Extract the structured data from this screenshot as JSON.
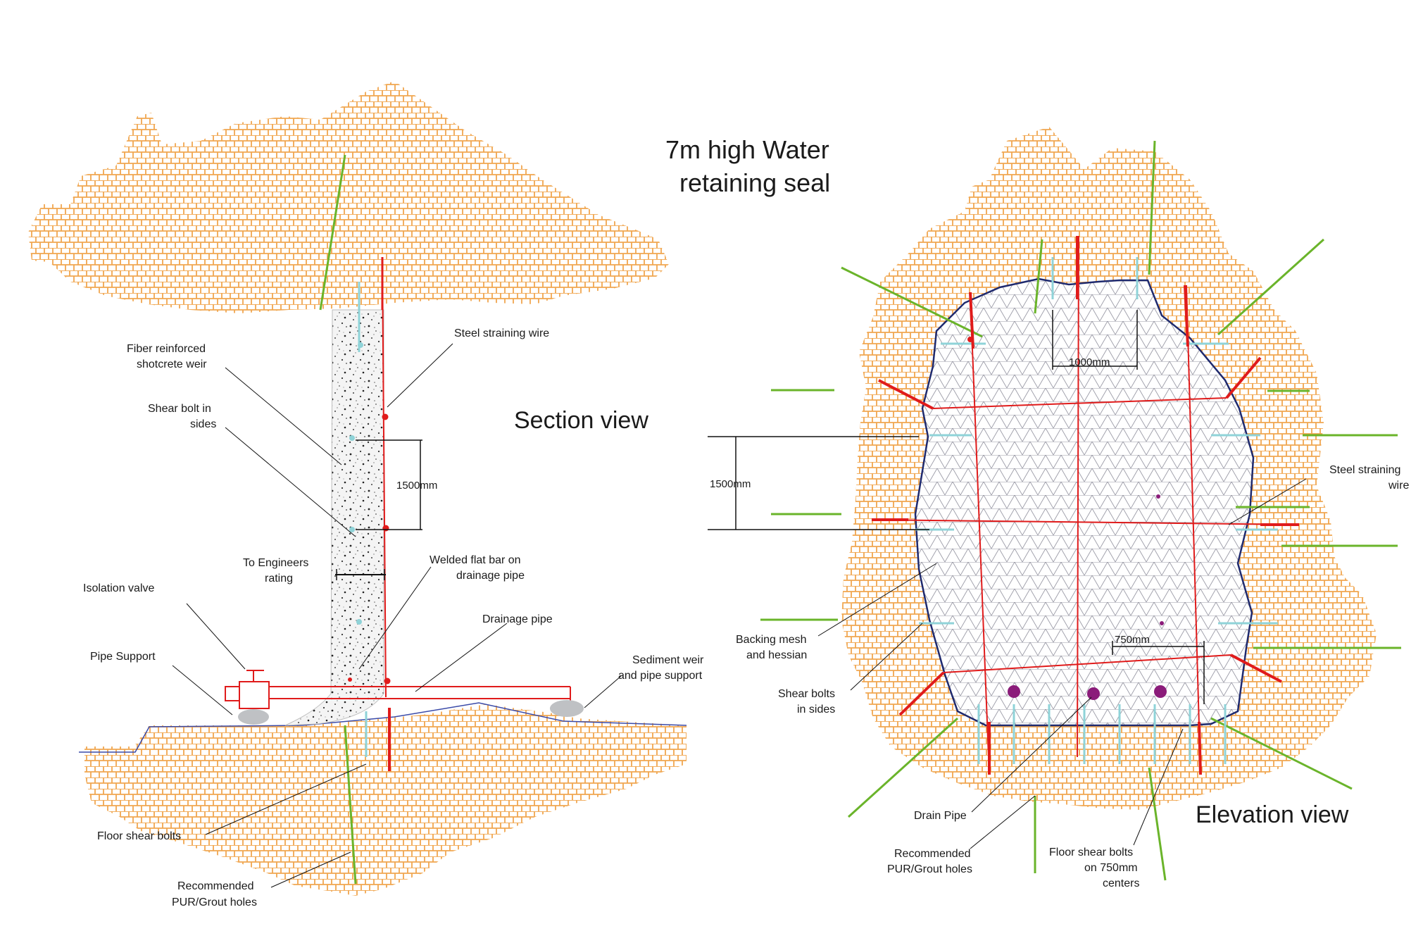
{
  "title": {
    "line1": "7m high Water",
    "line2": "retaining seal"
  },
  "section_view": {
    "heading": "Section view",
    "labels": {
      "fiber_shotcrete_1": "Fiber reinforced",
      "fiber_shotcrete_2": "shotcrete weir",
      "steel_wire": "Steel straining wire",
      "shear_bolt_1": "Shear bolt in",
      "shear_bolt_2": "sides",
      "dim_1500": "1500mm",
      "engineers_1": "To Engineers",
      "engineers_2": "rating",
      "welded_1": "Welded flat bar on",
      "welded_2": "drainage pipe",
      "isolation_valve": "Isolation valve",
      "drainage_pipe": "Drainage pipe",
      "pipe_support": "Pipe Support",
      "sediment_1": "Sediment weir",
      "sediment_2": "and pipe support",
      "floor_bolts": "Floor shear bolts",
      "grout_1": "Recommended",
      "grout_2": "PUR/Grout holes"
    }
  },
  "elevation_view": {
    "heading": "Elevation view",
    "labels": {
      "dim_1000": "1000mm",
      "dim_1500": "1500mm",
      "steel_wire_1": "Steel straining",
      "steel_wire_2": "wire",
      "dim_750": "750mm",
      "backing_1": "Backing mesh",
      "backing_2": "and hessian",
      "shear_1": "Shear bolts",
      "shear_2": "in sides",
      "drain_pipe": "Drain Pipe",
      "grout_1": "Recommended",
      "grout_2": "PUR/Grout holes",
      "floor_1": "Floor shear bolts",
      "floor_2": "on 750mm",
      "floor_3": "centers"
    }
  },
  "colors": {
    "rock": "#f0a64f",
    "steel_wire": "#e01b1b",
    "bolt_green": "#6ab42a",
    "bolt_cyan": "#8fd3d8",
    "outline_navy": "#1f2a6e",
    "drain_purple": "#8b1c7a"
  }
}
